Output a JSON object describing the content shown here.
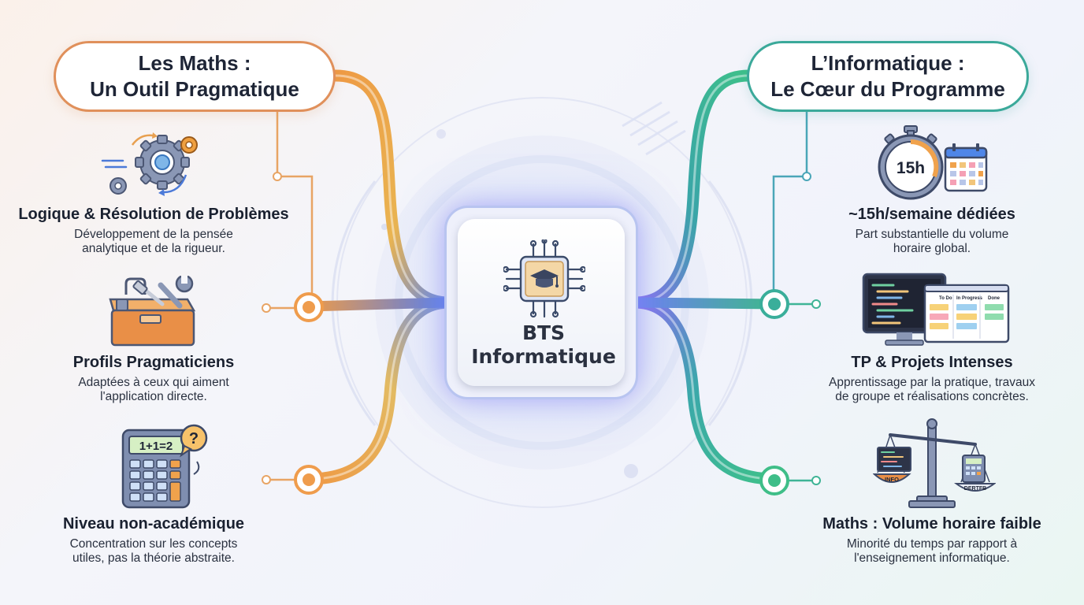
{
  "center": {
    "title": "BTS\nInformatique"
  },
  "left": {
    "header": {
      "line1": "Les Maths :",
      "line2": "Un Outil Pragmatique"
    },
    "items": [
      {
        "title": "Logique & Résolution de Problèmes",
        "desc1": "Développement de la pensée",
        "desc2": "analytique et de la rigueur.",
        "icon": "gears-icon"
      },
      {
        "title": "Profils Pragmaticiens",
        "desc1": "Adaptées à ceux qui aiment",
        "desc2": "l'application directe.",
        "icon": "toolbox-icon"
      },
      {
        "title": "Niveau non-académique",
        "desc1": "Concentration sur les concepts",
        "desc2": "utiles, pas la théorie abstraite.",
        "icon": "calculator-icon",
        "calc_display": "1+1=2",
        "bubble": "?"
      }
    ]
  },
  "right": {
    "header": {
      "line1": "L’Informatique :",
      "line2": "Le Cœur du Programme"
    },
    "items": [
      {
        "title": "~15h/semaine dédiées",
        "desc1": "Part substantielle du volume",
        "desc2": "horaire global.",
        "icon": "stopwatch-icon",
        "badge": "15h"
      },
      {
        "title": "TP & Projets Intenses",
        "desc1": "Apprentissage par la pratique, travaux",
        "desc2": "de groupe et réalisations concrètes.",
        "icon": "computer-kanban-icon",
        "board_cols": [
          "To Do",
          "In Progress",
          "Done"
        ]
      },
      {
        "title": "Maths : Volume horaire faible",
        "desc1": "Minorité du temps par rapport à",
        "desc2": "l'enseignement informatique.",
        "icon": "scale-icon",
        "pan_left": "INFO",
        "pan_right": "DERTFB"
      }
    ]
  },
  "colors": {
    "orange": "#e8a04a",
    "green": "#3dbd8a",
    "teal": "#3aa6b0",
    "blue": "#4c7fe0",
    "purple": "#8a6df0"
  }
}
